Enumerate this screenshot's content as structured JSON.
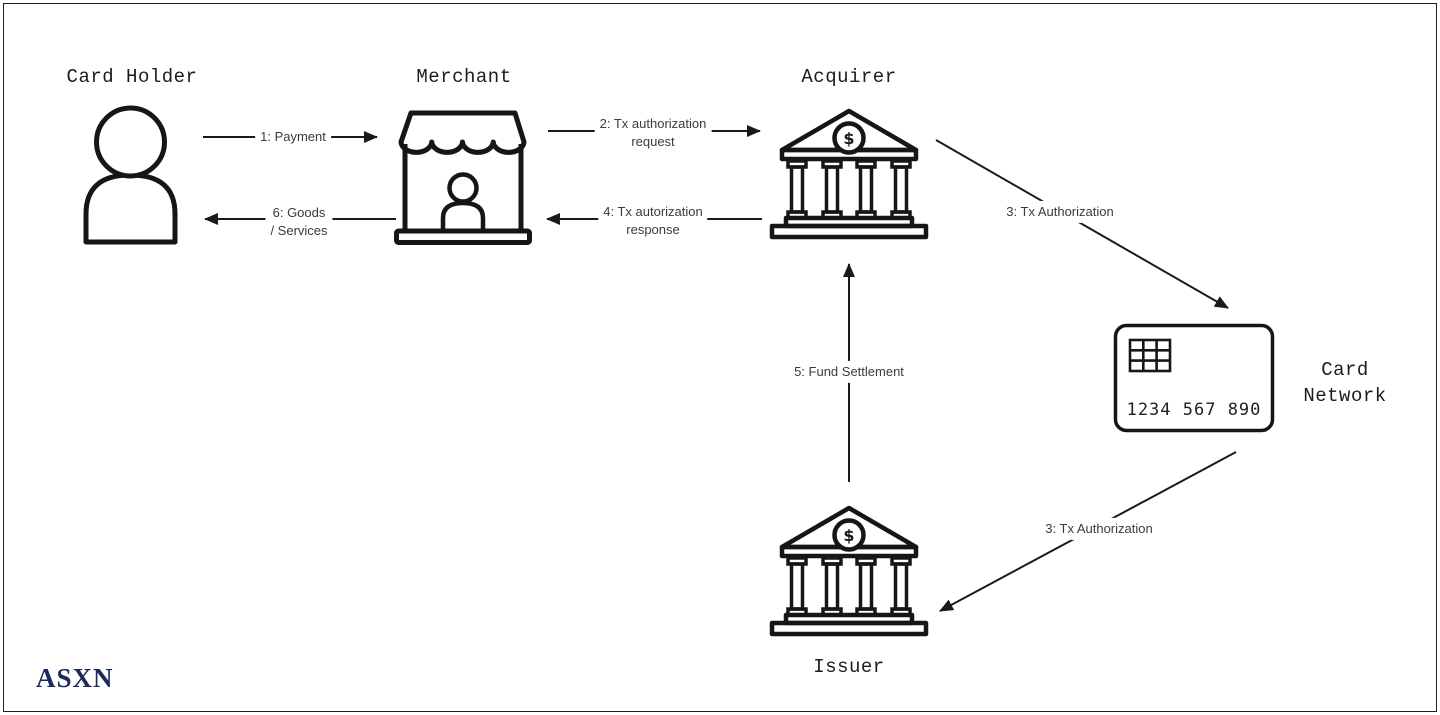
{
  "nodes": {
    "card_holder": {
      "label": "Card Holder"
    },
    "merchant": {
      "label": "Merchant"
    },
    "acquirer": {
      "label": "Acquirer"
    },
    "card_network": {
      "lines": [
        "Card",
        "Network"
      ],
      "card_number": "1234 567 890"
    },
    "issuer": {
      "label": "Issuer"
    }
  },
  "edges": {
    "payment": {
      "label": "1: Payment"
    },
    "tx_auth_request": {
      "lines": [
        "2: Tx authorization",
        "request"
      ]
    },
    "tx_auth_acquirer_to_network": {
      "label": "3: Tx Authorization"
    },
    "tx_auth_network_to_issuer": {
      "label": "3: Tx Authorization"
    },
    "tx_auth_response": {
      "lines": [
        "4: Tx autorization",
        "response"
      ]
    },
    "fund_settlement": {
      "label": "5: Fund Settlement"
    },
    "goods_services": {
      "lines": [
        "6: Goods",
        "/ Services"
      ]
    }
  },
  "icons": {
    "card_holder": "person-icon",
    "merchant": "storefront-icon",
    "acquirer": "bank-icon",
    "issuer": "bank-icon",
    "card_network": "credit-card-icon",
    "bank_dollar_sign": "$"
  },
  "branding": {
    "logo_text": "ASXN"
  },
  "colors": {
    "line": "#1a1a1a",
    "icon_stroke": "#161616",
    "edge_label_text": "#3b3b3b",
    "node_label_text": "#1c1c1c",
    "logo": "#1b2a5e",
    "background": "#ffffff"
  }
}
